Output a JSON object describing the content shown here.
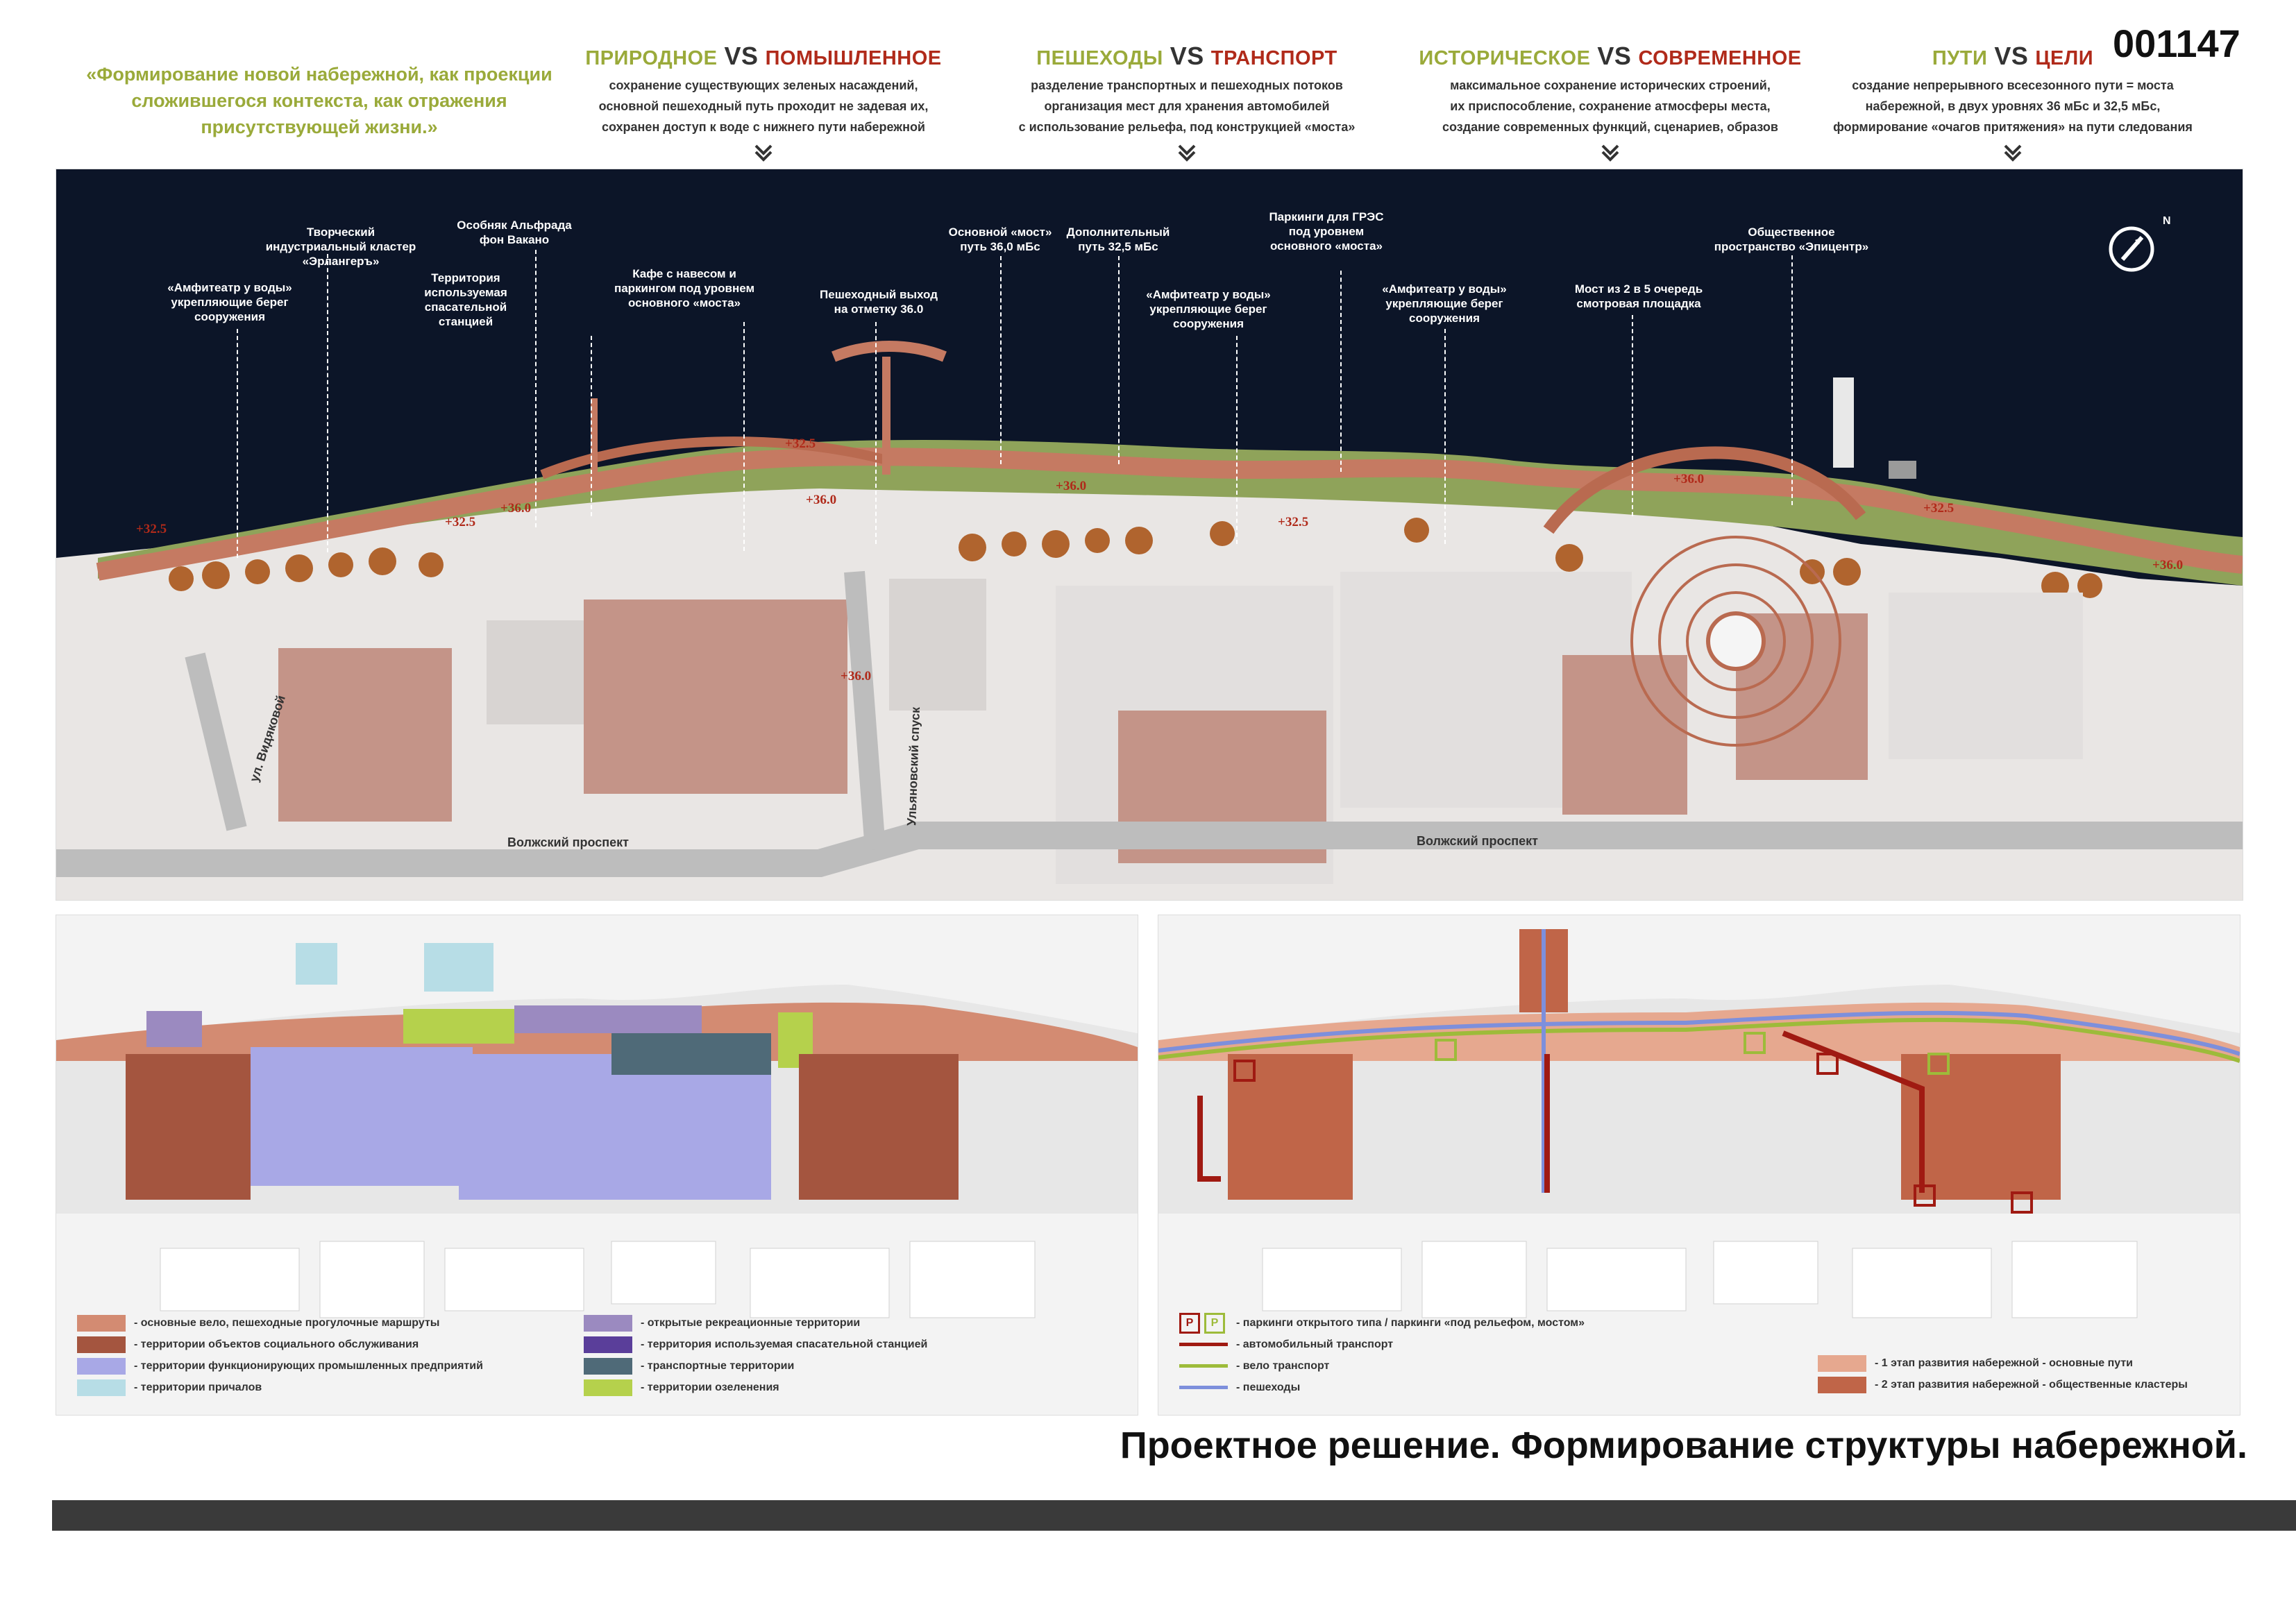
{
  "sheet_number": "001147",
  "quote": "«Формирование новой набережной, как проекции сложившегося контекста, как отражения присутствующей жизни.»",
  "vs": [
    {
      "left": "ПРИРОДНОЕ",
      "right": "ПОМЫШЛЕННОЕ",
      "desc": [
        "сохранение существующих зеленых насаждений,",
        "основной пешеходный путь проходит не задевая их,",
        "сохранен доступ к воде с нижнего пути набережной"
      ]
    },
    {
      "left": "ПЕШЕХОДЫ",
      "right": "ТРАНСПОРТ",
      "desc": [
        "разделение транспортных и пешеходных потоков",
        "организация мест для хранения автомобилей",
        "с использование рельефа, под конструкцией «моста»"
      ]
    },
    {
      "left": "ИСТОРИЧЕСКОЕ",
      "right": "СОВРЕМЕННОЕ",
      "desc": [
        "максимальное сохранение исторических строений,",
        "их приспособление, сохранение атмосферы места,",
        "создание современных функций, сценариев, образов"
      ]
    },
    {
      "left": "ПУТИ",
      "right": "ЦЕЛИ",
      "desc": [
        "создание непрерывного всесезонного пути = моста",
        "набережной, в двух уровнях 36 мБс и 32,5 мБс,",
        "формирование «очагов притяжения» на пути следования"
      ]
    }
  ],
  "vs_word": "VS",
  "callouts": {
    "amph1": "«Амфитеатр у воды» укрепляющие берег сооружения",
    "cluster": "Творческий индустриальный кластер «Эрлангеръ»",
    "mansion": "Особняк Альфрада фон Вакано",
    "rescue": "Территория используемая спасательной станцией",
    "cafe": "Кафе с навесом и паркингом под уровнем основного «моста»",
    "exit": "Пешеходный выход на отметку 36.0",
    "main_bridge": "Основной «мост» путь 36,0 мБс",
    "extra": "Дополнительный путь 32,5 мБс",
    "amph2": "«Амфитеатр у воды» укрепляющие берег сооружения",
    "parking": "Паркинги для ГРЭС под уровнем основного «моста»",
    "amph3": "«Амфитеатр у воды» укрепляющие берег сооружения",
    "bridge2": "Мост из 2 в 5 очередь смотровая площадка",
    "epicenter": "Общественное пространство «Эпицентр»"
  },
  "north": "N",
  "elevations": [
    "+32.5",
    "+32.5",
    "+36.0",
    "+32.5",
    "+36.0",
    "+36.0",
    "+32.5",
    "+36.0",
    "+36.0",
    "+32.5",
    "+36.0"
  ],
  "streets": {
    "vidyakovoy": "ул. Видяковой",
    "volzhsky1": "Волжский проспект",
    "ulyanovsky": "Ульяновский спуск",
    "volzhsky2": "Волжский проспект"
  },
  "colors": {
    "water": "#0c1528",
    "route": "#c57a62",
    "social": "#a4553f",
    "industrial": "#a8a8e6",
    "piers": "#b7dde6",
    "recreation": "#9b8ac0",
    "rescue": "#5a3e9a",
    "transport": "#4f6a78",
    "green": "#b5d14c",
    "car": "#a01a12",
    "bike": "#9dbb3a",
    "ped": "#7d8fdc",
    "stage1": "#e6a88f",
    "stage2": "#c06548"
  },
  "legend_left": [
    {
      "color": "#d38b72",
      "label": "- основные вело, пешеходные прогулочные маршруты"
    },
    {
      "color": "#a4553f",
      "label": "- территории объектов социального обслуживания"
    },
    {
      "color": "#a8a8e6",
      "label": "- территории функционирующих промышленных предприятий"
    },
    {
      "color": "#b7dde6",
      "label": "- территории причалов"
    }
  ],
  "legend_mid": [
    {
      "color": "#9b8ac0",
      "label": "- открытые рекреационные территории"
    },
    {
      "color": "#5a3e9a",
      "label": "- территория используемая спасательной станцией"
    },
    {
      "color": "#4f6a78",
      "label": "- транспортные территории"
    },
    {
      "color": "#b5d14c",
      "label": "- территории озеленения"
    }
  ],
  "legend_right": {
    "parking": "- паркинги открытого типа / паркинги «под рельефом, мостом»",
    "car": "- автомобильный транспорт",
    "bike": "- вело транспорт",
    "ped": "- пешеходы",
    "stage1": "- 1 этап развития набережной - основные пути",
    "stage2": "- 2 этап развития набережной - общественные кластеры",
    "p_label": "P"
  },
  "caption": "Проектное решение. Формирование структуры набережной."
}
